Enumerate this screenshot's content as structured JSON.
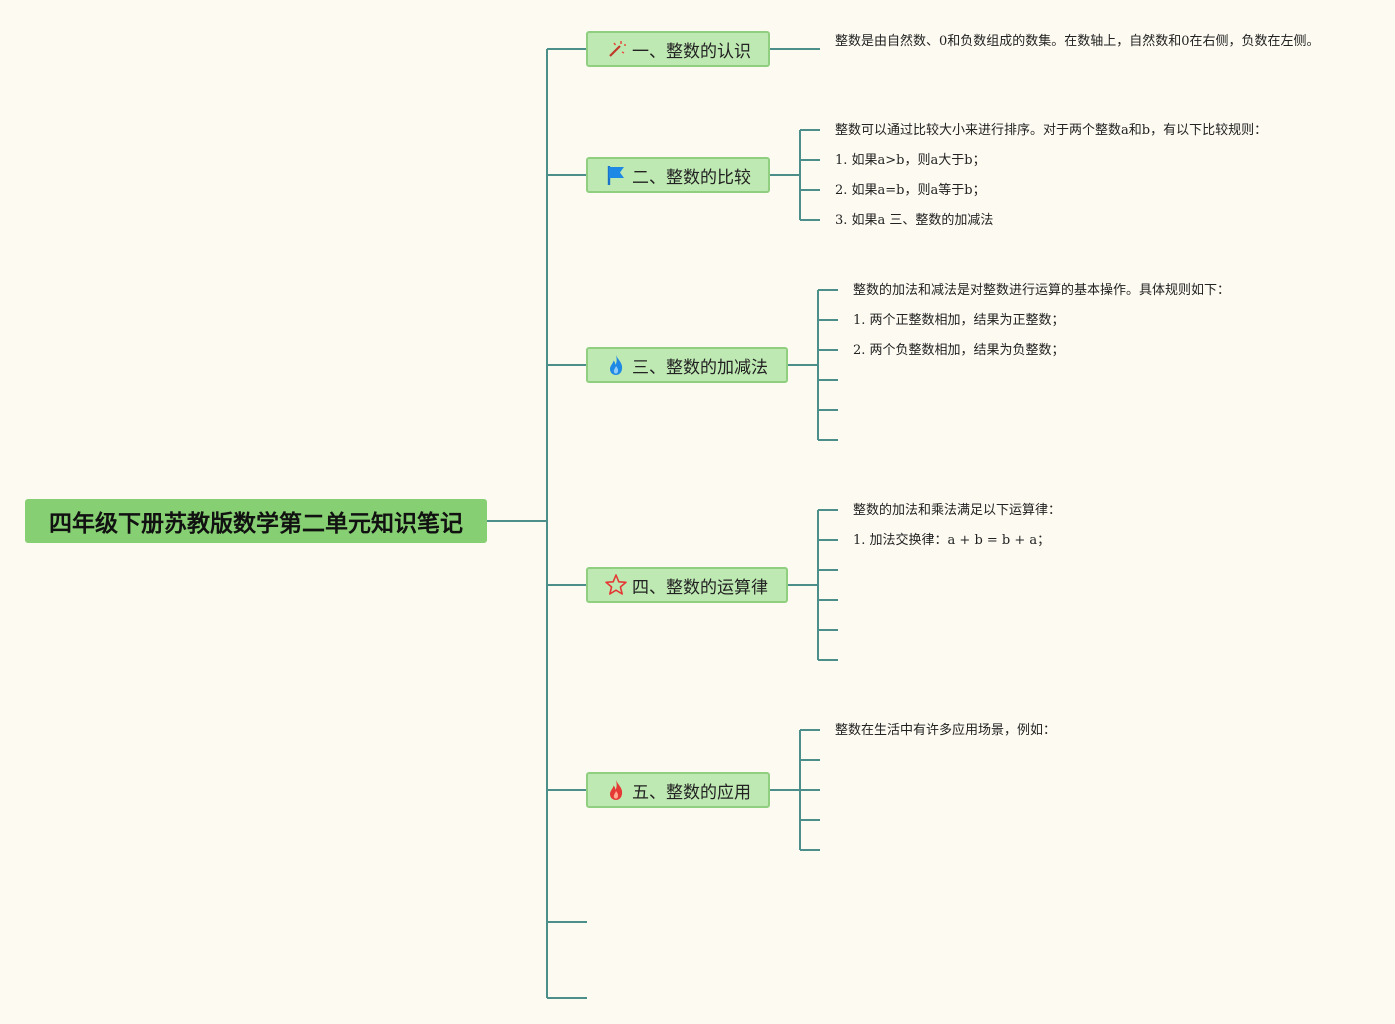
{
  "root": {
    "title": "四年级下册苏教版数学第二单元知识笔记"
  },
  "topics": [
    {
      "label": "一、整数的认识",
      "icon": "magic-wand-icon",
      "notes": [
        "整数是由自然数、0和负数组成的数集。在数轴上，自然数和0在右侧，负数在左侧。"
      ]
    },
    {
      "label": "二、整数的比较",
      "icon": "blue-flag-icon",
      "notes": [
        "整数可以通过比较大小来进行排序。对于两个整数a和b，有以下比较规则：",
        "1. 如果a>b，则a大于b；",
        "2. 如果a=b，则a等于b；",
        "3. 如果a 三、整数的加减法"
      ]
    },
    {
      "label": "三、整数的加减法",
      "icon": "blue-flame-icon",
      "notes": [
        "整数的加法和减法是对整数进行运算的基本操作。具体规则如下：",
        "1. 两个正整数相加，结果为正整数；",
        "2. 两个负整数相加，结果为负整数；",
        "",
        "",
        ""
      ]
    },
    {
      "label": "四、整数的运算律",
      "icon": "star-icon",
      "notes": [
        "整数的加法和乘法满足以下运算律：",
        "1. 加法交换律：a + b = b + a；",
        "",
        "",
        "",
        ""
      ]
    },
    {
      "label": "五、整数的应用",
      "icon": "red-flame-icon",
      "notes": [
        "整数在生活中有许多应用场景，例如：",
        "",
        "",
        "",
        ""
      ]
    }
  ],
  "colors": {
    "background": "#fdfbf1",
    "connector": "#4c8f8a",
    "root_fill": "#86cf73",
    "topic_fill": "#bfe9b3",
    "topic_border": "#8fcf7f"
  }
}
